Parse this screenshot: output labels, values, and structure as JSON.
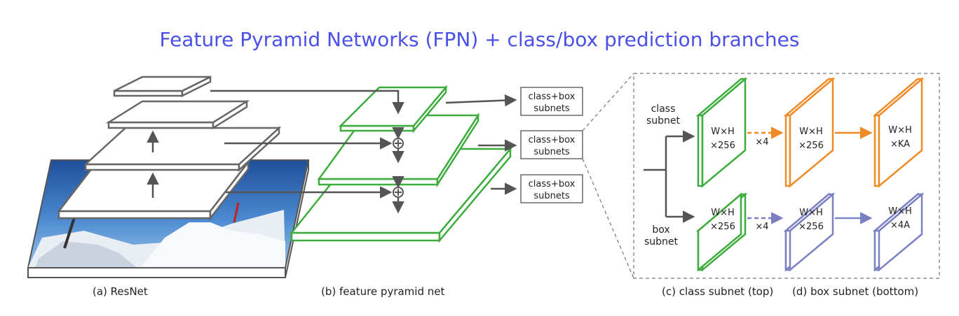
{
  "title": "Feature Pyramid Networks (FPN) + class/box prediction branches",
  "captions": {
    "resnet": "(a) ResNet",
    "fpn": "(b) feature pyramid net",
    "class_subnet": "(c) class subnet (top)",
    "box_subnet": "(d) box subnet (bottom)"
  },
  "subnet_box_label_line1": "class+box",
  "subnet_box_label_line2": "subnets",
  "branch_labels": {
    "class_line1": "class",
    "class_line2": "subnet",
    "box_line1": "box",
    "box_line2": "subnet"
  },
  "tensor_labels": {
    "input_dims": "W×H",
    "input_channels": "×256",
    "repeat": "×4",
    "class_out_dims": "W×H",
    "class_out_channels": "×KA",
    "box_out_dims": "W×H",
    "box_out_channels": "×4A"
  },
  "colors": {
    "resnet_plate": "#666666",
    "fpn_plate": "#3dac3d",
    "class_subnet": "#f08a24",
    "box_subnet": "#7b80c2",
    "arrow": "#555555",
    "title": "#4a50e8"
  }
}
